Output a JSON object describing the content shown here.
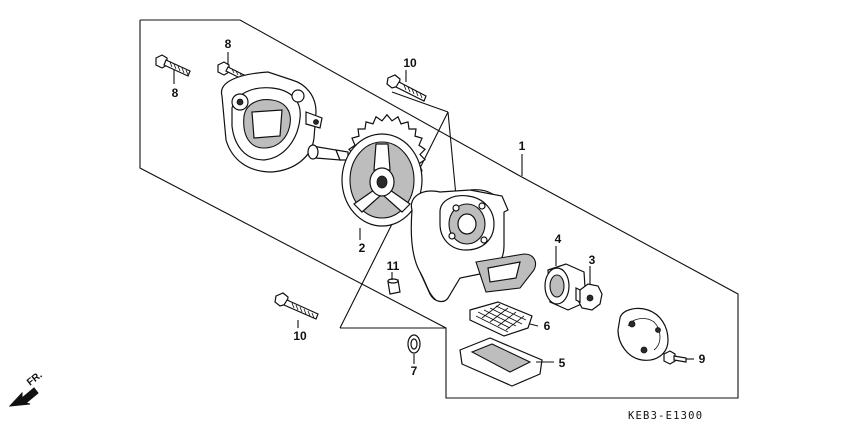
{
  "diagram": {
    "callouts": {
      "c1": "1",
      "c2": "2",
      "c3": "3",
      "c4": "4",
      "c5": "5",
      "c6": "6",
      "c7": "7",
      "c8a": "8",
      "c8b": "8",
      "c9": "9",
      "c10a": "10",
      "c10b": "10",
      "c11": "11"
    },
    "direction_label": "FR.",
    "diagram_code": "KEB3-E1300"
  }
}
